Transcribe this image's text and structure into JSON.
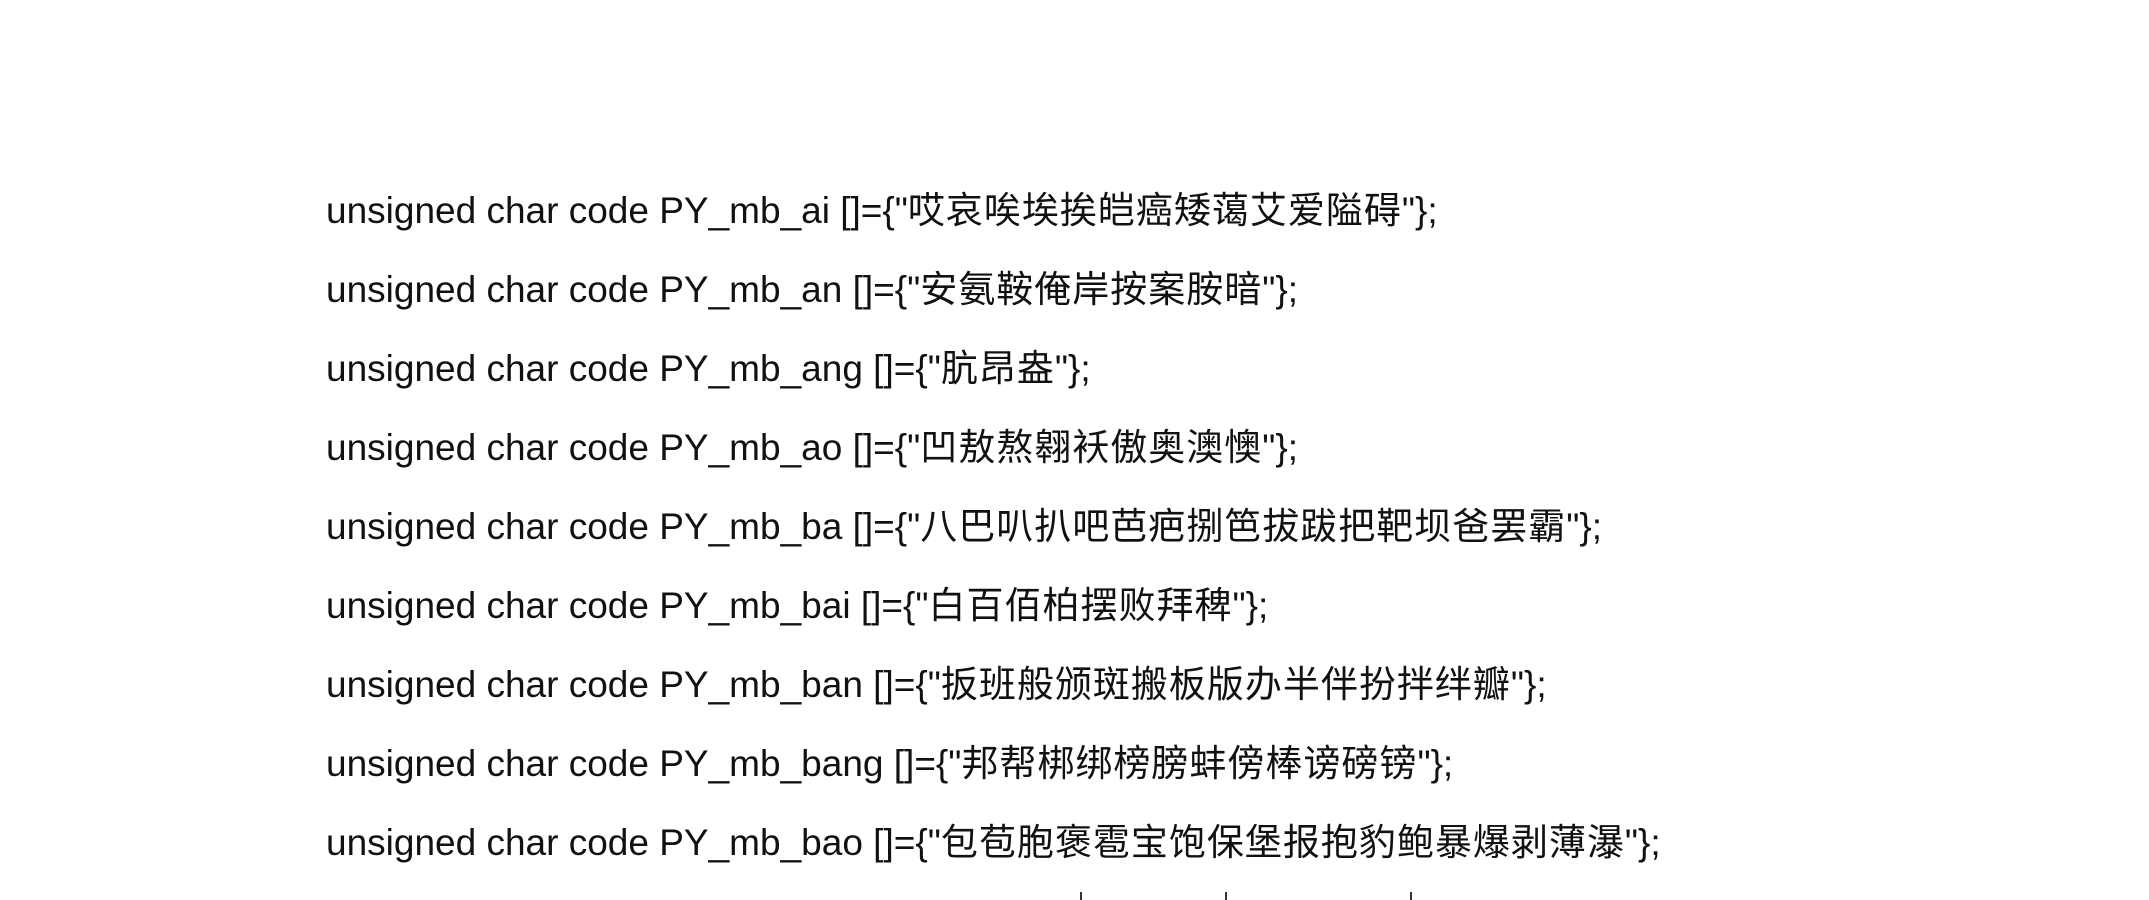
{
  "document": {
    "lines": [
      {
        "prefix": "unsigned char code ",
        "name": "PY_mb_ai",
        "mid": " []={\"",
        "chars": "哎哀唉埃挨皑癌矮蔼艾爱隘碍",
        "suffix": "\"};"
      },
      {
        "prefix": "unsigned char code ",
        "name": "PY_mb_an",
        "mid": " []={\"",
        "chars": "安氨鞍俺岸按案胺暗",
        "suffix": "\"};"
      },
      {
        "prefix": "unsigned char code ",
        "name": "PY_mb_ang",
        "mid": " []={\"",
        "chars": "肮昂盎",
        "suffix": "\"};"
      },
      {
        "prefix": "unsigned char code ",
        "name": "PY_mb_ao",
        "mid": " []={\"",
        "chars": "凹敖熬翱袄傲奥澳懊",
        "suffix": "\"};"
      },
      {
        "prefix": "unsigned char code ",
        "name": "PY_mb_ba",
        "mid": " []={\"",
        "chars": "八巴叭扒吧芭疤捌笆拔跋把靶坝爸罢霸",
        "suffix": "\"};"
      },
      {
        "prefix": "unsigned char code ",
        "name": "PY_mb_bai",
        "mid": " []={\"",
        "chars": "白百佰柏摆败拜稗",
        "suffix": "\"};"
      },
      {
        "prefix": "unsigned char code ",
        "name": "PY_mb_ban",
        "mid": " []={\"",
        "chars": "扳班般颁斑搬板版办半伴扮拌绊瓣",
        "suffix": "\"};"
      },
      {
        "prefix": "unsigned char code ",
        "name": "PY_mb_bang",
        "mid": " []={\"",
        "chars": "邦帮梆绑榜膀蚌傍棒谤磅镑",
        "suffix": "\"};"
      },
      {
        "prefix": "unsigned char code ",
        "name": "PY_mb_bao",
        "mid": " []={\"",
        "chars": "包苞胞褒雹宝饱保堡报抱豹鲍暴爆剥薄瀑",
        "suffix": "\"};"
      }
    ]
  }
}
